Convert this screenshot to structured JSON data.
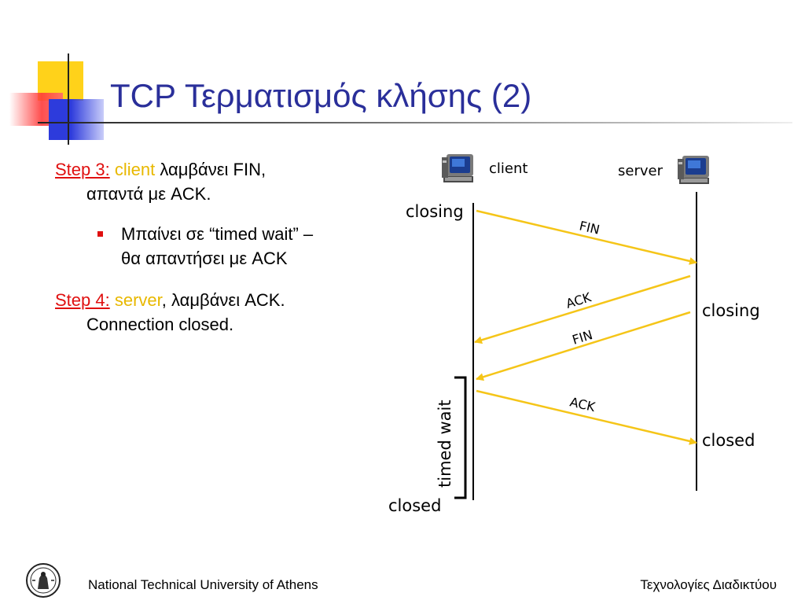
{
  "title": "TCP Τερματισμός κλήσης (2)",
  "step3": {
    "label": "Step 3:",
    "actor": "client",
    "text_line1": " λαμβάνει FIN,",
    "text_line2": "απαντά με ACK."
  },
  "bullet": {
    "line1": "Μπαίνει σε “timed wait” –",
    "line2": "θα απαντήσει με ACK"
  },
  "step4": {
    "label": "Step 4:",
    "actor": "server",
    "text_line1": ", λαμβάνει ACK.",
    "text_line2": "Connection closed."
  },
  "diagram": {
    "client_label": "client",
    "server_label": "server",
    "client_closing": "closing",
    "server_closing": "closing",
    "server_closed": "closed",
    "client_closed": "closed",
    "timed_wait": "timed wait",
    "messages": [
      "FIN",
      "ACK",
      "FIN",
      "ACK"
    ]
  },
  "footer": {
    "left": "National Technical University of Athens",
    "right": "Τεχνολογίες Διαδικτύου"
  },
  "colors": {
    "title": "#2a2f9a",
    "step_label": "#e01010",
    "highlight": "#e8b800",
    "arrow": "#f5c518"
  },
  "icons": {
    "computer": "computer-icon",
    "logo": "ntua-logo"
  }
}
